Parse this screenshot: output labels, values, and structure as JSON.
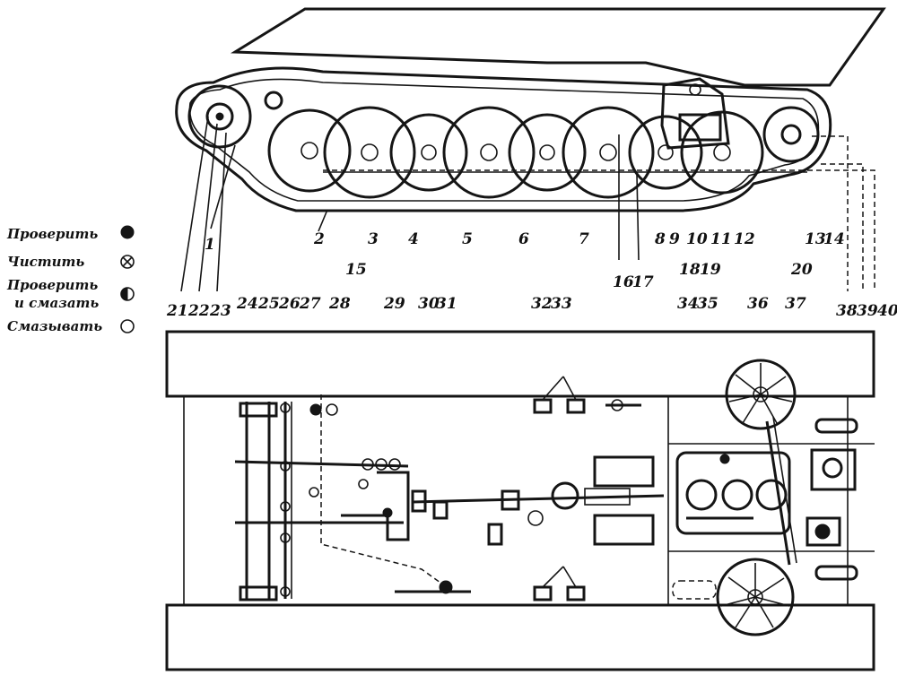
{
  "legend": {
    "items": [
      {
        "label": "Проверить",
        "symbol": "filled-dot-icon"
      },
      {
        "label": "Чистить",
        "symbol": "crossed-circle-icon"
      },
      {
        "label": "Проверить",
        "label2": "и смазать",
        "symbol": "half-filled-circle-icon"
      },
      {
        "label": "Смазывать",
        "symbol": "open-circle-icon"
      }
    ]
  },
  "callouts": {
    "top_row": [
      "1",
      "2",
      "3",
      "4",
      "5",
      "6",
      "7",
      "8",
      "9",
      "10",
      "11",
      "12",
      "13",
      "14"
    ],
    "middle_row": [
      "15",
      "16",
      "17",
      "18",
      "19",
      "20"
    ],
    "bottom_row": [
      "21",
      "22",
      "23",
      "24",
      "25",
      "26",
      "27",
      "28",
      "29",
      "30",
      "31",
      "32",
      "33",
      "34",
      "35",
      "36",
      "37",
      "38",
      "39",
      "40"
    ]
  }
}
